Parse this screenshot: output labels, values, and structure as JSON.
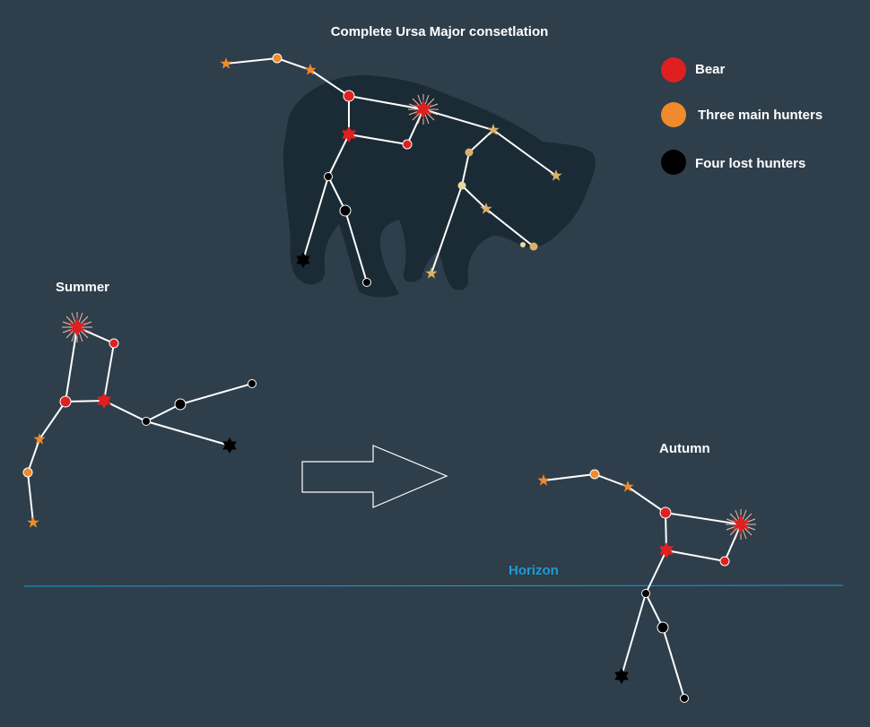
{
  "title": "Complete Ursa Major consetlation",
  "legend": [
    {
      "label": "Bear",
      "color": "#e02020"
    },
    {
      "label": "Three main hunters",
      "color": "#f08a2c"
    },
    {
      "label": "Four lost hunters",
      "color": "#000000"
    }
  ],
  "labels": {
    "summer": "Summer",
    "autumn": "Autumn",
    "horizon": "Horizon"
  },
  "colors": {
    "background": "#2e3e4b",
    "bear_silhouette": "#1b2b36",
    "line": "#ffffff",
    "bear": "#e02020",
    "hunters": "#f08a2c",
    "lost": "#000000",
    "gold": "#d9b26a",
    "horizon": "#1e9ad6"
  }
}
